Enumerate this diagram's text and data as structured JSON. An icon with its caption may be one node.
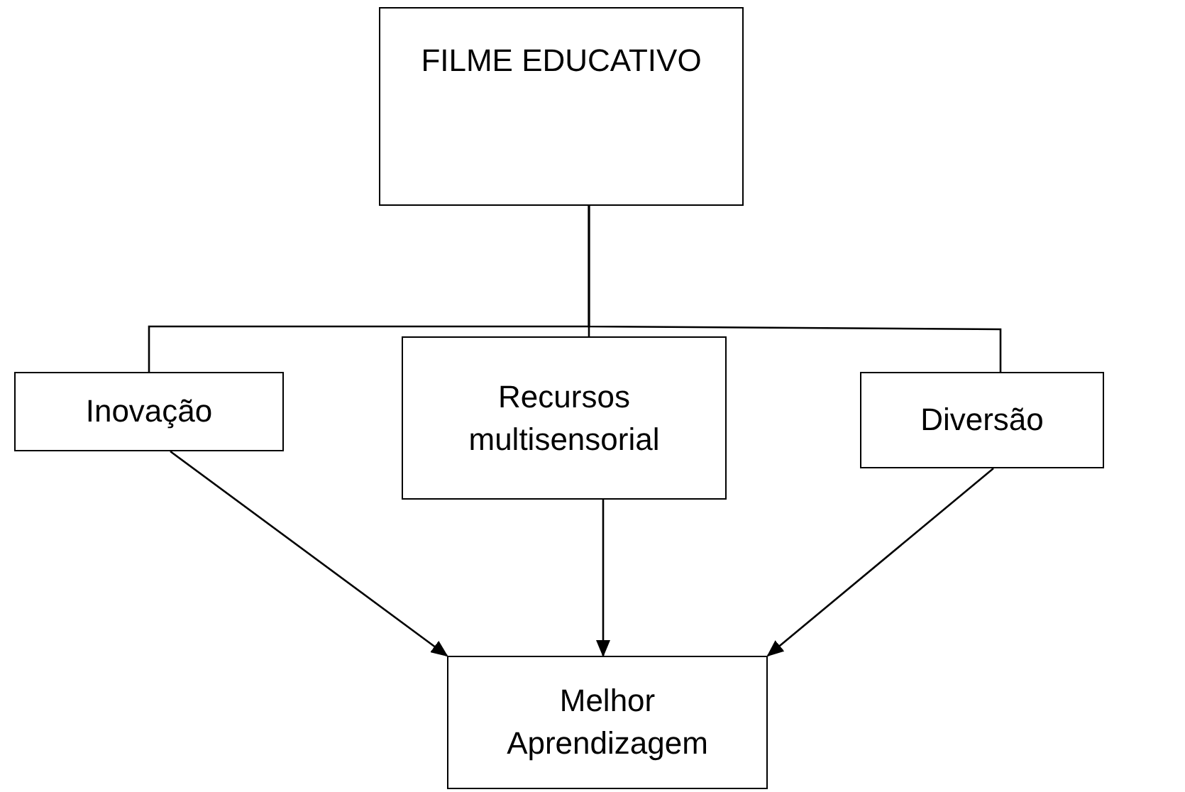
{
  "diagram": {
    "nodes": [
      {
        "text": [
          "FILME EDUCATIVO"
        ]
      },
      {
        "text": [
          "Inovação"
        ]
      },
      {
        "text": [
          "Recursos multisensorial"
        ]
      },
      {
        "text": [
          "Diversão"
        ]
      },
      {
        "text": [
          "Melhor Aprendizagem"
        ]
      }
    ],
    "edges": [
      {
        "from": 0,
        "to": 1,
        "arrow": "none"
      },
      {
        "from": 0,
        "to": 2,
        "arrow": "none"
      },
      {
        "from": 0,
        "to": 3,
        "arrow": "none"
      },
      {
        "from": 1,
        "to": 4,
        "arrow": "to"
      },
      {
        "from": 2,
        "to": 4,
        "arrow": "to"
      },
      {
        "from": 3,
        "to": 4,
        "arrow": "to"
      }
    ]
  }
}
